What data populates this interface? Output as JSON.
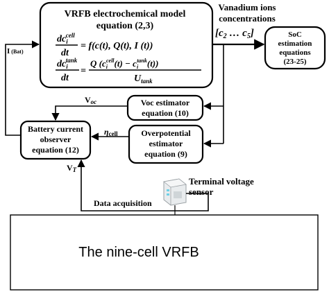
{
  "model_box": {
    "title_line1": "VRFB electrochemical model",
    "title_line2": "equation (2,3)",
    "eq1_lhs_num": "dc",
    "eq1_lhs_sub": "i",
    "eq1_lhs_sup": "cell",
    "eq1_lhs_den": "dt",
    "eq1_rhs": "= f(c(t), Q(t), I (t))",
    "eq2_lhs_num": "dc",
    "eq2_lhs_sub": "i",
    "eq2_lhs_sup": "tank",
    "eq2_lhs_den": "dt",
    "eq2_rhs_eq": "=",
    "eq2_rhs_num": "Q (c",
    "eq2_rhs_num_sub1": "i",
    "eq2_rhs_num_sup1": "cell",
    "eq2_rhs_num_mid": "(t) − c",
    "eq2_rhs_num_sub2": "i",
    "eq2_rhs_num_sup2": "tank",
    "eq2_rhs_num_end": "(t))",
    "eq2_rhs_den": "U",
    "eq2_rhs_den_sub": "tank"
  },
  "concentrations": {
    "label_line1": "Vanadium ions",
    "label_line2": "concentrations",
    "vector": "[c",
    "vector_sub1": "2",
    "vector_dots": " … c",
    "vector_sub2": "5",
    "vector_end": "]"
  },
  "soc_box": {
    "line1": "SoC",
    "line2": "estimation",
    "line3": "equations",
    "line4": "(23-25)"
  },
  "voc_box": {
    "line1": "Voc estimator",
    "line2": "equation (10)"
  },
  "overpotential_box": {
    "line1": "Overpotential",
    "line2": "estimator",
    "line3": "equation (9)"
  },
  "observer_box": {
    "line1": "Battery current",
    "line2": "observer",
    "line3": "equation (12)"
  },
  "labels": {
    "i_bat": "I",
    "i_bat_sub": "(Bat)",
    "voc": "V",
    "voc_sub": "oc",
    "eta": "η",
    "eta_sub": "cell",
    "vt": "V",
    "vt_sub": "T",
    "data_acquisition": "Data acquisition",
    "sensor_line1": "Terminal voltage",
    "sensor_line2": "sensor"
  },
  "battery_box": {
    "label": "The nine-cell VRFB"
  },
  "colors": {
    "stroke": "#000000",
    "sensor_body": "#e9ecee",
    "sensor_accent": "#6fd0e6"
  }
}
